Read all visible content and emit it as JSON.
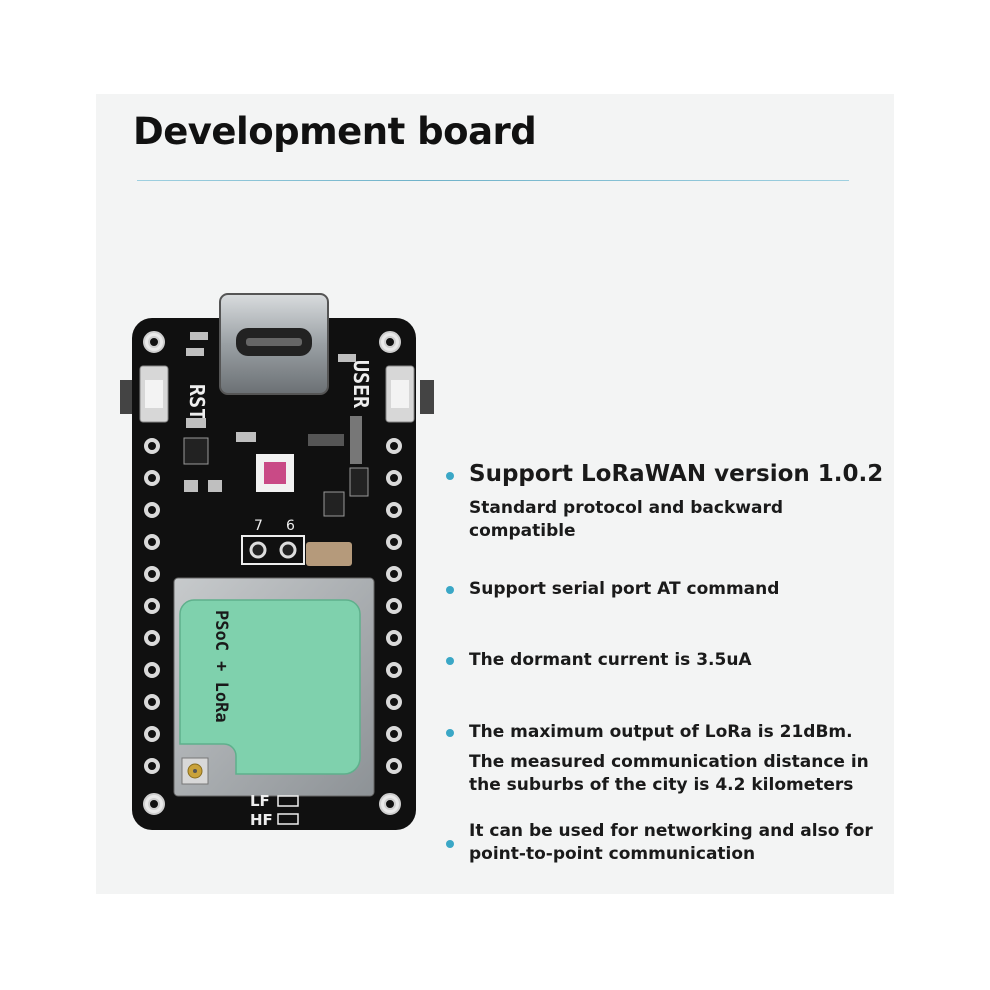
{
  "heading": "Development board",
  "board": {
    "labels": {
      "rst": "RST",
      "user": "USER",
      "pin7": "7",
      "pin6": "6",
      "module": "PSoC + LoRa",
      "lf": "LF",
      "hf": "HF"
    }
  },
  "features": [
    {
      "title": "Support LoRaWAN version 1.0.2",
      "lines": [
        "Standard protocol and backward",
        "compatible"
      ]
    },
    {
      "title": "Support serial port AT command",
      "lines": []
    },
    {
      "title": "The dormant current is 3.5uA",
      "lines": []
    },
    {
      "title": "The maximum output of LoRa is 21dBm.",
      "lines": [
        "The measured communication distance in",
        "the suburbs of the city is 4.2 kilometers"
      ]
    },
    {
      "title": "It can be used for networking and also for",
      "lines": [
        "point-to-point communication"
      ]
    }
  ]
}
